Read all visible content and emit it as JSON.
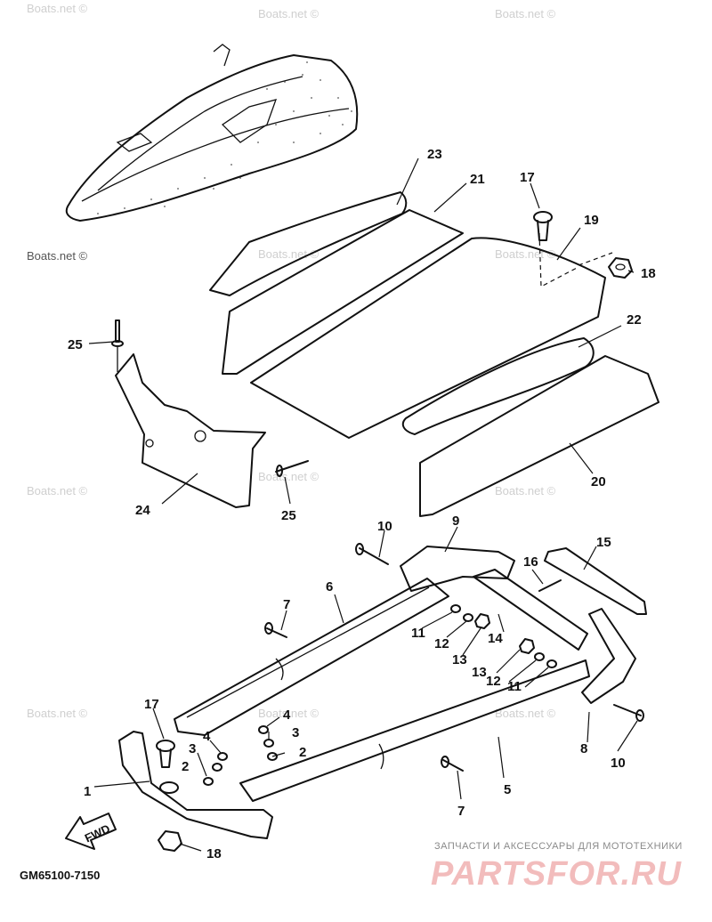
{
  "diagram": {
    "code": "GM65100-7150",
    "fwd_label": "FWD",
    "watermark": "Boats.net ©",
    "dealer_tagline": "ЗАПЧАСТИ И АКСЕССУАРЫ ДЛЯ МОТОТЕХНИКИ",
    "dealer_brand": "PARTSFOR.RU"
  },
  "callouts": [
    "23",
    "21",
    "17",
    "19",
    "18",
    "25",
    "22",
    "24",
    "25",
    "20",
    "10",
    "9",
    "15",
    "16",
    "6",
    "7",
    "11",
    "12",
    "14",
    "13",
    "13",
    "12",
    "11",
    "8",
    "10",
    "17",
    "4",
    "3",
    "3",
    "2",
    "4",
    "2",
    "1",
    "5",
    "7",
    "18"
  ]
}
